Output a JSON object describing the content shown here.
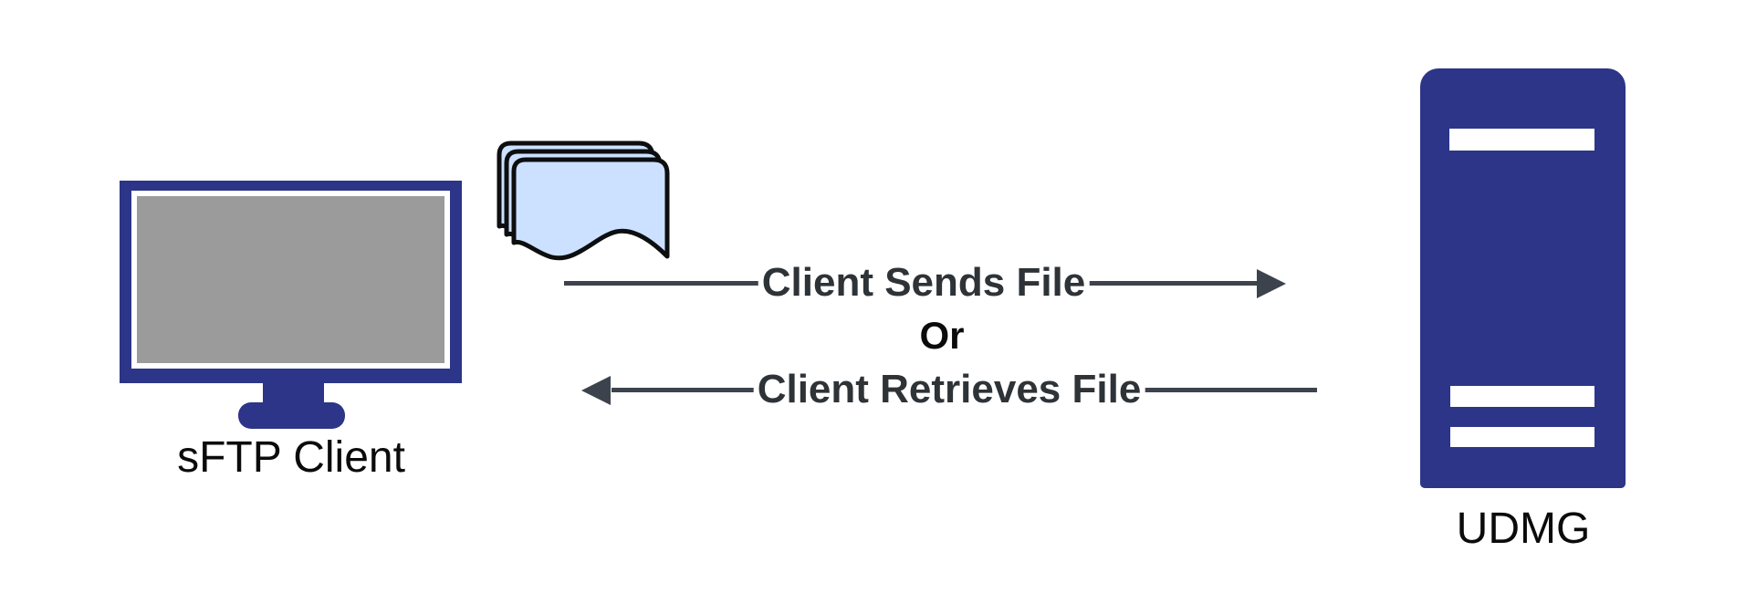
{
  "diagram": {
    "title": "sFTP client to UDMG file transfer diagram",
    "client": {
      "label": "sFTP Client",
      "icon": "monitor-icon"
    },
    "server": {
      "label": "UDMG",
      "icon": "server-tower-icon"
    },
    "files_icon": "documents-stack-icon",
    "flows": {
      "send_label": "Client Sends File",
      "or_label": "Or",
      "retrieve_label": "Client Retrieves File",
      "send_direction": "left-to-right",
      "retrieve_direction": "right-to-left"
    },
    "colors": {
      "navy": "#2c3587",
      "screen_gray": "#9b9b9b",
      "doc_fill": "#cce1ff",
      "doc_stroke": "#0d0e10",
      "arrow": "#3d434d",
      "label_text": "#2e3338",
      "text_black": "#0b0b0b",
      "background": "#ffffff"
    }
  }
}
